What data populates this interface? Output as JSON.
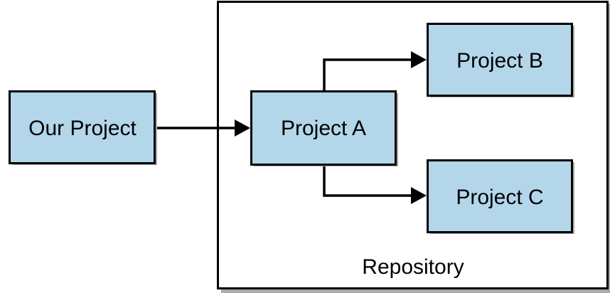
{
  "diagram": {
    "container": {
      "label": "Repository"
    },
    "nodes": {
      "our_project": "Our Project",
      "project_a": "Project A",
      "project_b": "Project B",
      "project_c": "Project C"
    },
    "edges": [
      {
        "from": "Our Project",
        "to": "Project A"
      },
      {
        "from": "Project A",
        "to": "Project B"
      },
      {
        "from": "Project A",
        "to": "Project C"
      }
    ],
    "colors": {
      "node_fill": "#b3d6ea",
      "stroke": "#000000",
      "shadow": "#aaaaaa"
    }
  }
}
